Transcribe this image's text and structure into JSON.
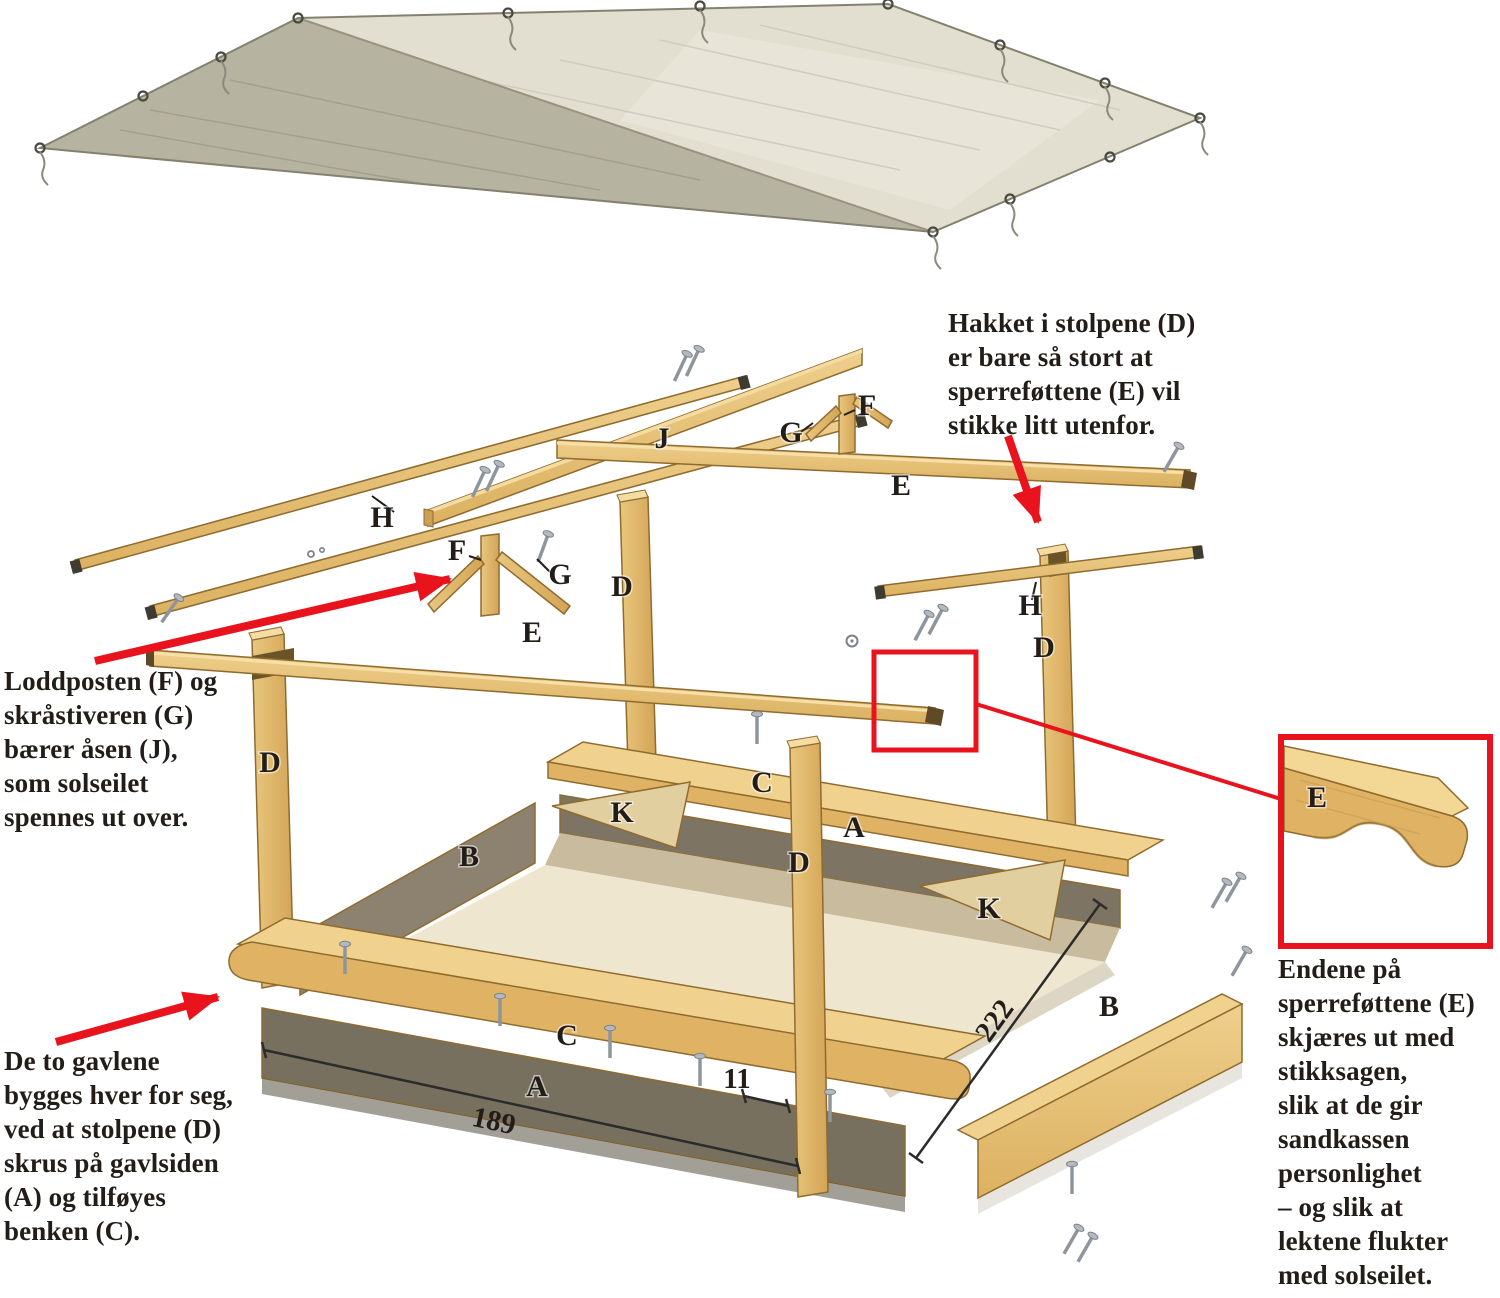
{
  "colors": {
    "accent_red": "#e8131c",
    "wood_light": "#f2d795",
    "wood_mid": "#e4bc6d",
    "wood_dark": "#c1964e",
    "tarp_light": "#e2dfd1",
    "tarp_shade": "#b7b3a1",
    "sand": "#efe6cf",
    "text": "#221d18"
  },
  "annotations": {
    "top_right": "Hakket i stolpene (D)\ner bare så stort at\nsperreføttene (E) vil\nstikke litt utenfor.",
    "left": "Loddposten (F) og\nskråstiveren (G)\nbærer åsen (J),\nsom solseilet\nspennes ut over.",
    "bottom_left": "De to gavlene\nbygges hver for seg,\nved at stolpene (D)\nskrus på gavlsiden\n(A) og tilføyes\nbenken (C).",
    "bottom_right": "Endene på\nsperreføttene (E)\nskjæres ut med\nstikksagen,\nslik at de gir\nsandkassen\npersonlighet\n– og slik at\nlektene flukter\nmed solseilet."
  },
  "labels": {
    "batten_left": "H",
    "batten_right": "H",
    "ridge": "J",
    "rafter_back": "E",
    "rafter_front": "E",
    "rafter_detail": "E",
    "plumb_post_back": "F",
    "plumb_post_front": "F",
    "brace_back": "G",
    "brace_front": "G",
    "post_back_left": "D",
    "post_front_left": "D",
    "post_back_right": "D",
    "post_front_right": "D",
    "bench_back": "C",
    "bench_front": "C",
    "gable_back": "A",
    "gable_front": "A",
    "side_left": "B",
    "side_right": "B",
    "corner_back_left": "K",
    "corner_back_right": "K"
  },
  "dimensions": {
    "front_width": "189",
    "side_depth": "222",
    "post_offset": "11"
  }
}
